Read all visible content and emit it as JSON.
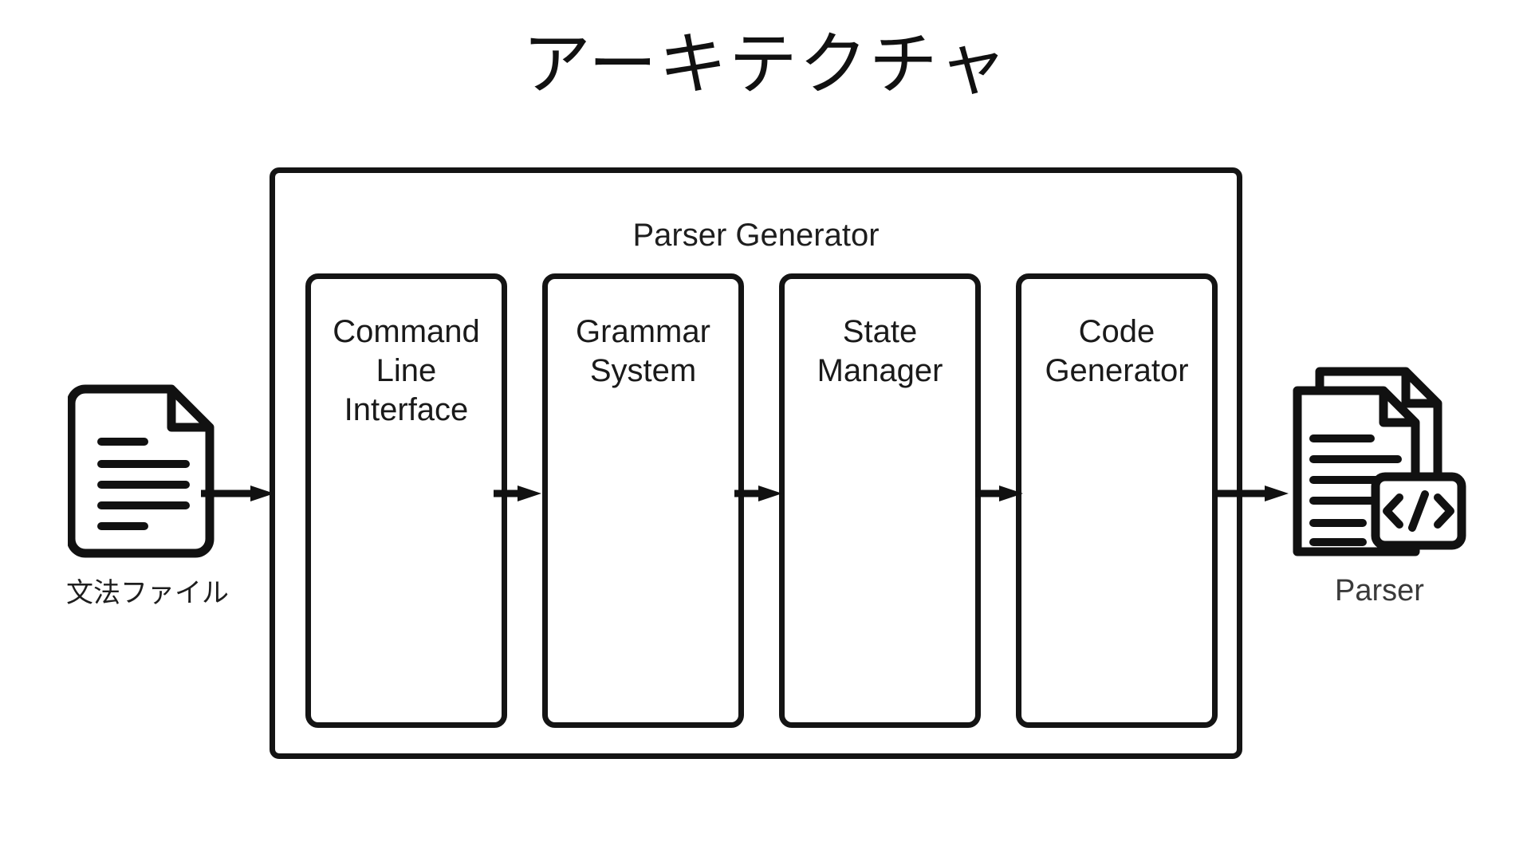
{
  "title": "アーキテクチャ",
  "source": {
    "icon": "document-icon",
    "caption": "文法ファイル"
  },
  "output": {
    "icon": "code-document-icon",
    "caption": "Parser"
  },
  "container": {
    "title": "Parser Generator",
    "components": [
      {
        "id": "command-line-interface",
        "label": "Command\nLine\nInterface"
      },
      {
        "id": "grammar-system",
        "label": "Grammar\nSystem"
      },
      {
        "id": "state-manager",
        "label": "State\nManager"
      },
      {
        "id": "code-generator",
        "label": "Code\nGenerator"
      }
    ]
  },
  "arrows": [
    {
      "id": "source-to-cli",
      "from": "文法ファイル",
      "to": "Command Line Interface"
    },
    {
      "id": "cli-to-grammar",
      "from": "Command Line Interface",
      "to": "Grammar System"
    },
    {
      "id": "grammar-to-state",
      "from": "Grammar System",
      "to": "State Manager"
    },
    {
      "id": "state-to-code",
      "from": "State Manager",
      "to": "Code Generator"
    },
    {
      "id": "code-to-output",
      "from": "Code Generator",
      "to": "Parser"
    }
  ],
  "colors": {
    "stroke": "#141414",
    "background": "#ffffff",
    "text": "#1a1a1a",
    "caption_muted": "#3a3a3a"
  }
}
